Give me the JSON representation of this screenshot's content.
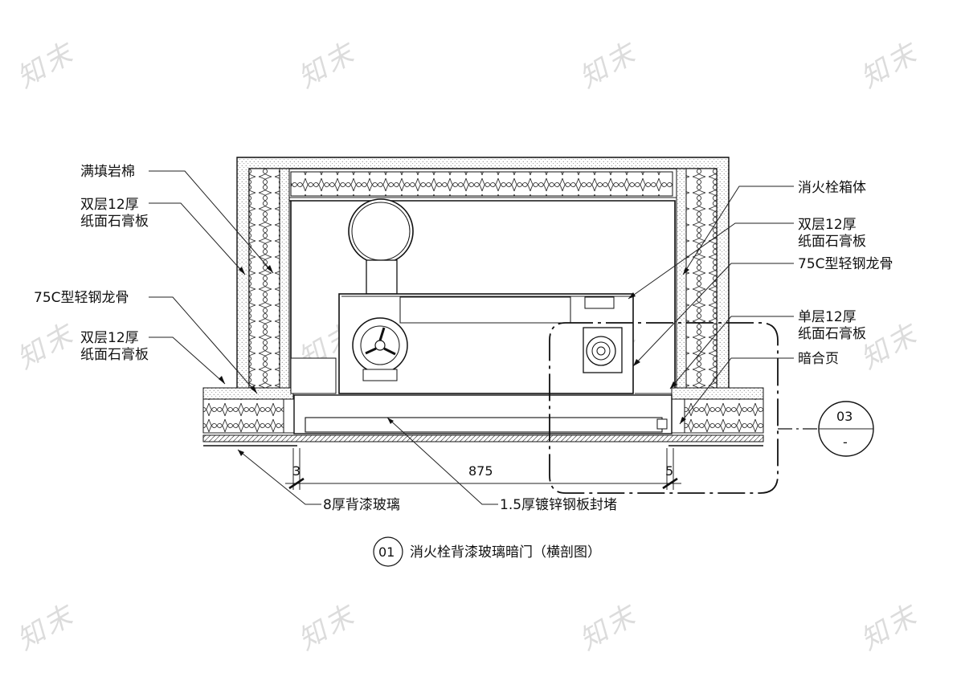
{
  "labels_left": [
    {
      "id": "rock-wool",
      "lines": [
        "满填岩棉"
      ]
    },
    {
      "id": "gypsum-double-left-top",
      "lines": [
        "双层12厚",
        "纸面石膏板"
      ]
    },
    {
      "id": "keel-left",
      "lines": [
        "75C型轻钢龙骨"
      ]
    },
    {
      "id": "gypsum-double-left-bottom",
      "lines": [
        "双层12厚",
        "纸面石膏板"
      ]
    }
  ],
  "labels_right": [
    {
      "id": "hydrant-box",
      "lines": [
        "消火栓箱体"
      ]
    },
    {
      "id": "gypsum-double-right",
      "lines": [
        "双层12厚",
        "纸面石膏板"
      ]
    },
    {
      "id": "keel-right",
      "lines": [
        "75C型轻钢龙骨"
      ]
    },
    {
      "id": "gypsum-single-right",
      "lines": [
        "单层12厚",
        "纸面石膏板"
      ]
    },
    {
      "id": "hidden-hinge",
      "lines": [
        "暗合页"
      ]
    }
  ],
  "labels_bottom": {
    "glass": "8厚背漆玻璃",
    "steel_plate": "1.5厚镀锌钢板封堵"
  },
  "dimensions": {
    "left_gap": "3",
    "main": "875",
    "right_gap": "5"
  },
  "detail_callout": {
    "number": "03",
    "sheet": "-"
  },
  "drawing_title": {
    "number": "01",
    "text": "消火栓背漆玻璃暗门（横剖图）"
  },
  "watermark": "知末"
}
